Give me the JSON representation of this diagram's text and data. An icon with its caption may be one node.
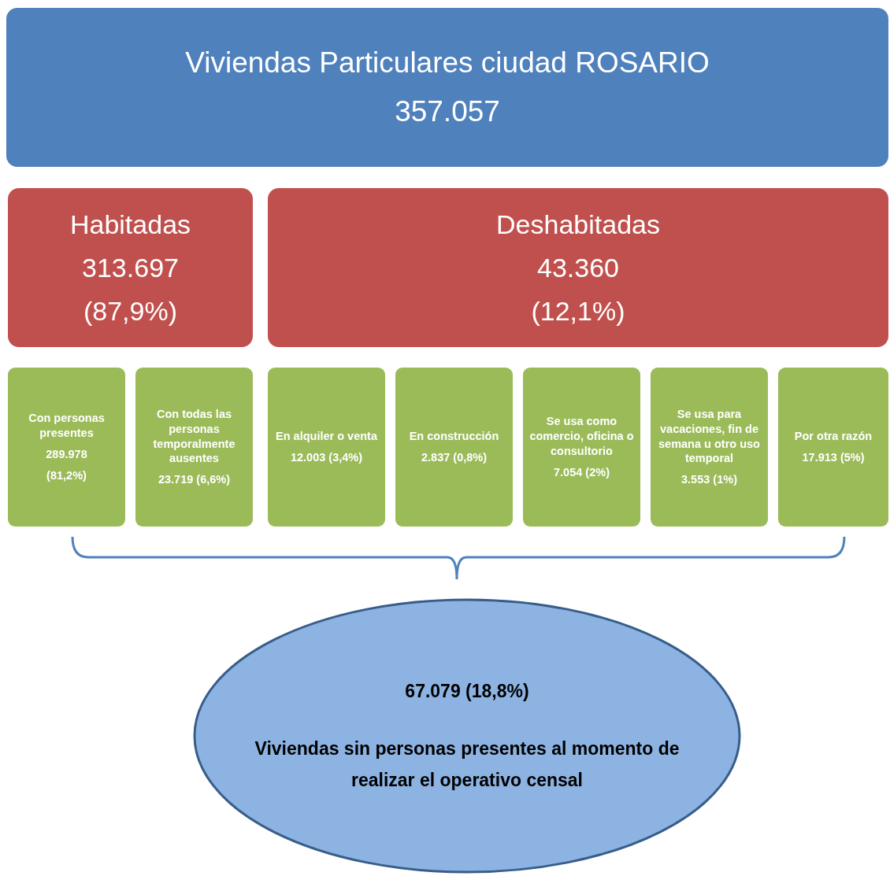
{
  "diagram": {
    "nodes": [
      {
        "text": [
          "Viviendas Particulares ciudad ROSARIO",
          "357.057"
        ]
      },
      {
        "text": [
          "Habitadas",
          "313.697",
          "(87,9%)"
        ]
      },
      {
        "text": [
          "Deshabitadas",
          "43.360",
          "(12,1%)"
        ]
      },
      {
        "text": [
          "Con personas presentes",
          "289.978",
          "(81,2%)"
        ]
      },
      {
        "text": [
          "Con todas las personas temporalmente ausentes",
          "23.719 (6,6%)"
        ]
      },
      {
        "text": [
          "En alquiler o venta",
          "12.003 (3,4%)"
        ]
      },
      {
        "text": [
          "En construcción",
          "2.837 (0,8%)"
        ]
      },
      {
        "text": [
          "Se usa como comercio, oficina o consultorio",
          "7.054 (2%)"
        ]
      },
      {
        "text": [
          "Se usa para vacaciones, fin de semana u otro uso temporal",
          "3.553 (1%)"
        ]
      },
      {
        "text": [
          "Por otra razón",
          "17.913 (5%)"
        ]
      },
      {
        "text": [
          "67.079 (18,8%)",
          "Viviendas sin personas presentes al momento de realizar el operativo censal"
        ]
      }
    ]
  }
}
